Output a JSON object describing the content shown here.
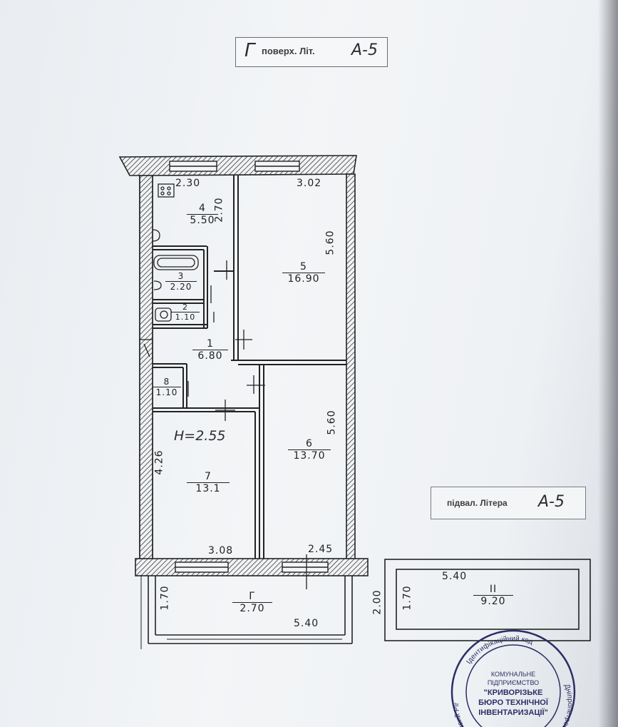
{
  "header_stamp": {
    "floor_label": "поверх. Літ.",
    "floor_hand": "Г",
    "litera": "А-5"
  },
  "basement_stamp": {
    "label": "підвал. Літера",
    "litera": "А-5"
  },
  "rooms": [
    {
      "number": "4",
      "area": "5.50"
    },
    {
      "number": "3",
      "area": "2.20"
    },
    {
      "number": "2",
      "area": "1.10"
    },
    {
      "number": "1",
      "area": "6.80"
    },
    {
      "number": "8",
      "area": "1.10"
    },
    {
      "number": "5",
      "area": "16.90"
    },
    {
      "number": "6",
      "area": "13.70"
    },
    {
      "number": "7",
      "area": "13.1"
    },
    {
      "number": "Г",
      "area": "2.70"
    },
    {
      "number": "II",
      "area": "9.20"
    }
  ],
  "dimensions": {
    "kitchen_width": "2.30",
    "room5_width": "3.02",
    "room5_length": "5.60",
    "room6_length": "5.60",
    "room7_length": "4.26",
    "room7_width": "3.08",
    "room6_width": "2.45",
    "kitchen_depth": "2.70",
    "ceiling_height": "H=2.55",
    "balcony_depth": "1.70",
    "balcony_length": "5.40",
    "basement_length": "5.40",
    "basement_depth": "1.70",
    "basement_outer": "2.00"
  },
  "seal": {
    "ring_left": "Кривий Ріг",
    "ring_top": "Ідентифікаційний код",
    "ring_right": "Дніпропетров",
    "line1": "КОМУНАЛЬНЕ",
    "line2": "ПІДПРИЄМСТВО",
    "line3": "\"КРИВОРІЗЬКЕ",
    "line4": "БЮРО ТЕХНІЧНОЇ",
    "line5": "ІНВЕНТАРИЗАЦІЇ\""
  },
  "colors": {
    "ink": "#222222",
    "wall_hatch": "#3a3a3a",
    "seal_ink": "#2d2e66"
  }
}
